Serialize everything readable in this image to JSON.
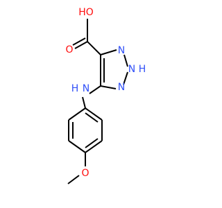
{
  "colors": {
    "background": "#ffffff",
    "bond": "#000000",
    "oxygen": "#ff0d0d",
    "nitrogen": "#3050f8"
  },
  "atoms": {
    "carboxyl_hydroxyl": {
      "text": "HO",
      "element": "O"
    },
    "carbonyl_oxygen": {
      "text": "O",
      "element": "O"
    },
    "n3": {
      "text": "N",
      "element": "N"
    },
    "n2h": {
      "text": "N",
      "element": "N"
    },
    "n2h_h": {
      "text": "H",
      "element": "N"
    },
    "n1": {
      "text": "N",
      "element": "N"
    },
    "amine_nh": {
      "text": "N",
      "element": "N"
    },
    "amine_nh_h": {
      "text": "H",
      "element": "N"
    },
    "methoxy_oxygen": {
      "text": "O",
      "element": "O"
    }
  }
}
